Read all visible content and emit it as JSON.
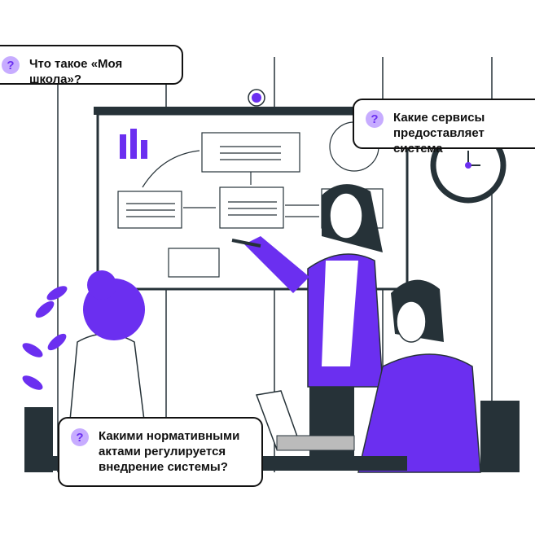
{
  "colors": {
    "accent": "#6b2ff0",
    "dark": "#263238",
    "question_bg": "#c7acff"
  },
  "bubbles": [
    {
      "icon": "question-icon",
      "icon_text": "?",
      "text": "Что такое «Моя школа»?"
    },
    {
      "icon": "question-icon",
      "icon_text": "?",
      "text": "Какие сервисы предоставляет система"
    },
    {
      "icon": "question-icon",
      "icon_text": "?",
      "text": "Какими нормативными актами регулируется внедрение системы?"
    }
  ]
}
